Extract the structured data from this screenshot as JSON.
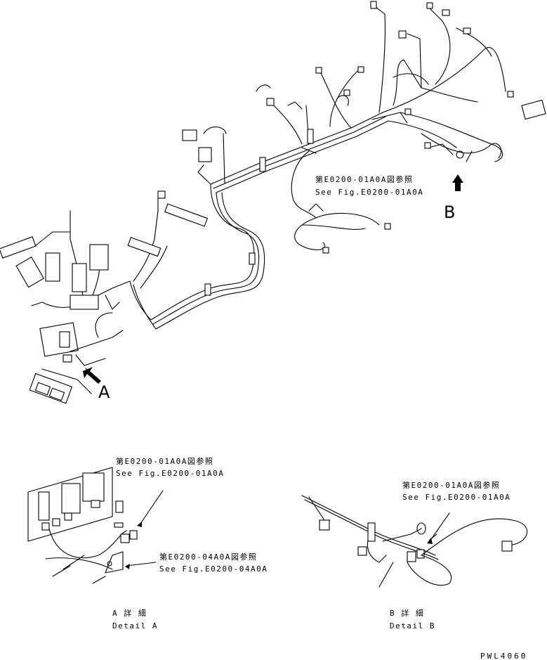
{
  "main": {
    "ref1_jp": "第E0200-01A0A図参照",
    "ref1_en": "See Fig.E0200-01A0A",
    "label_a": "A",
    "label_b": "B"
  },
  "detail_a": {
    "ref1_jp": "第E0200-01A0A図参照",
    "ref1_en": "See Fig.E0200-01A0A",
    "ref2_jp": "第E0200-04A0A図参照",
    "ref2_en": "See Fig.E0200-04A0A",
    "title_jp": "A 詳 細",
    "title_en": "Detail A"
  },
  "detail_b": {
    "ref1_jp": "第E0200-01A0A図参照",
    "ref1_en": "See Fig.E0200-01A0A",
    "title_jp": "B 詳 細",
    "title_en": "Detail B"
  },
  "drawing_code": "PWL4060"
}
